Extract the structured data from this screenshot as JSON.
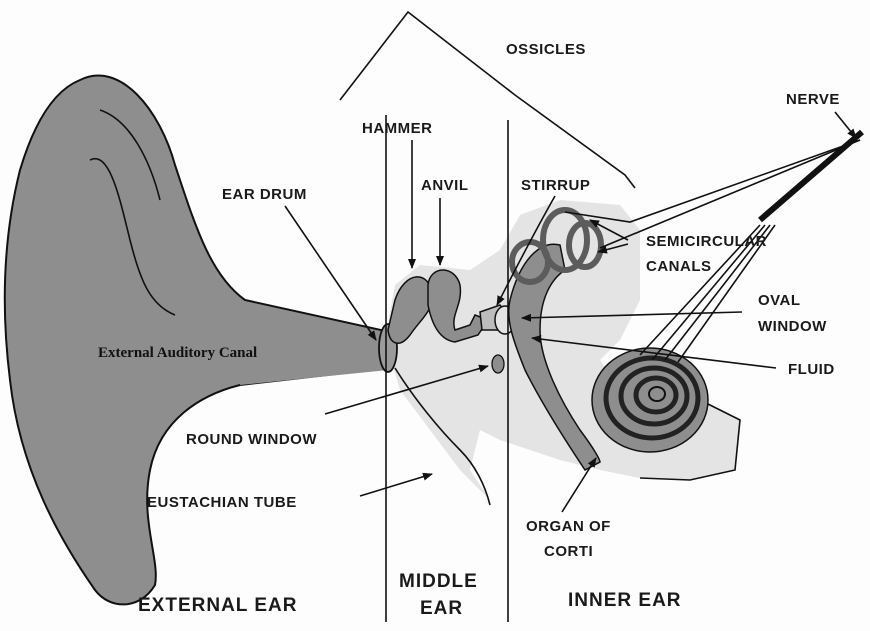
{
  "labels": {
    "ossicles": "OSSICLES",
    "nerve": "NERVE",
    "hammer": "HAMMER",
    "anvil": "ANVIL",
    "stirrup": "STIRRUP",
    "ear_drum": "EAR DRUM",
    "semicircular_1": "SEMICIRCULAR",
    "semicircular_2": "CANALS",
    "oval_1": "OVAL",
    "oval_2": "WINDOW",
    "external_canal": "External Auditory Canal",
    "fluid": "FLUID",
    "round_window": "ROUND WINDOW",
    "eustachian": "EUSTACHIAN TUBE",
    "organ_1": "ORGAN OF",
    "organ_2": "CORTI",
    "external_ear": "EXTERNAL EAR",
    "middle_1": "MIDDLE",
    "middle_2": "EAR",
    "inner_ear": "INNER EAR"
  },
  "colors": {
    "tissue": "#8e8e8e",
    "tissue_dark": "#5c5c5c",
    "light_area": "#e4e4e4",
    "ink": "#111111"
  }
}
